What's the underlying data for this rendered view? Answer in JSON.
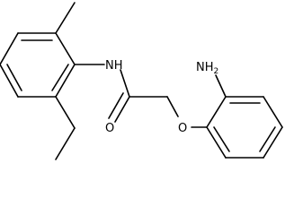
{
  "molecule": {
    "labels": {
      "amide_nh": "NH",
      "amine_nh2_base": "NH",
      "amine_nh2_sub": "2",
      "carbonyl_o": "O",
      "ether_o": "O"
    },
    "atom_color": "#000000",
    "bond_color": "#000000"
  }
}
